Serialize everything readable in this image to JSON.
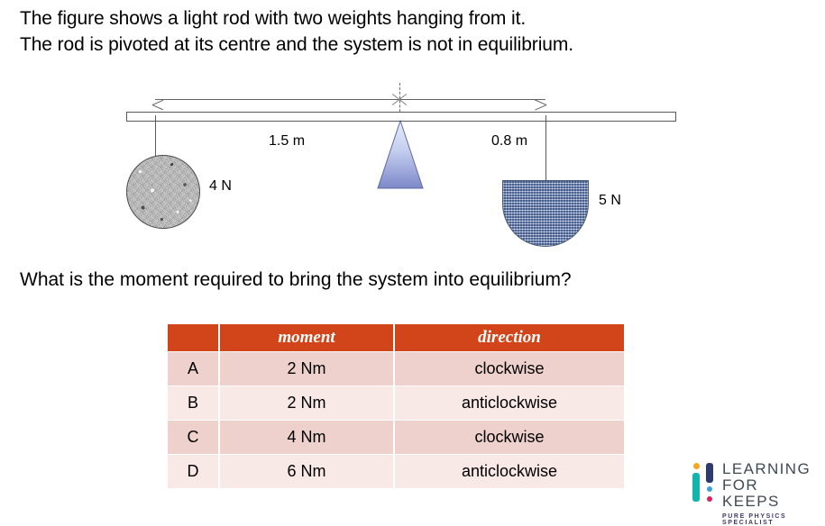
{
  "intro": {
    "line1": "The figure shows a light rod with two weights hanging from it.",
    "line2": "The rod is pivoted at its centre and the system is not in equilibrium."
  },
  "figure": {
    "left_distance_label": "1.5 m",
    "right_distance_label": "0.8 m",
    "left_weight_label": "4 N",
    "right_weight_label": "5 N",
    "pivot_name": "pivot-triangle",
    "rod_name": "light-rod",
    "colors": {
      "pivot_top": "#dde4f7",
      "pivot_bottom": "#7b86c8",
      "rod_outline": "#595959",
      "sphere_fill": "#bdbdbd",
      "bucket_fill": "#7e9acb"
    }
  },
  "question": "What is the moment required to bring the system into equilibrium?",
  "options_table": {
    "headers": [
      "",
      "moment",
      "direction"
    ],
    "rows": [
      {
        "letter": "A",
        "moment": "2 Nm",
        "direction": "clockwise"
      },
      {
        "letter": "B",
        "moment": "2 Nm",
        "direction": "anticlockwise"
      },
      {
        "letter": "C",
        "moment": "4 Nm",
        "direction": "clockwise"
      },
      {
        "letter": "D",
        "moment": "6 Nm",
        "direction": "anticlockwise"
      }
    ],
    "header_bg": "#d2451a",
    "row_bg_odd": "#eed0cc",
    "row_bg_even": "#f8e8e6"
  },
  "logo": {
    "line1": "LEARNING",
    "line2": "FOR KEEPS",
    "tagline": "PURE PHYSICS SPECIALIST"
  }
}
